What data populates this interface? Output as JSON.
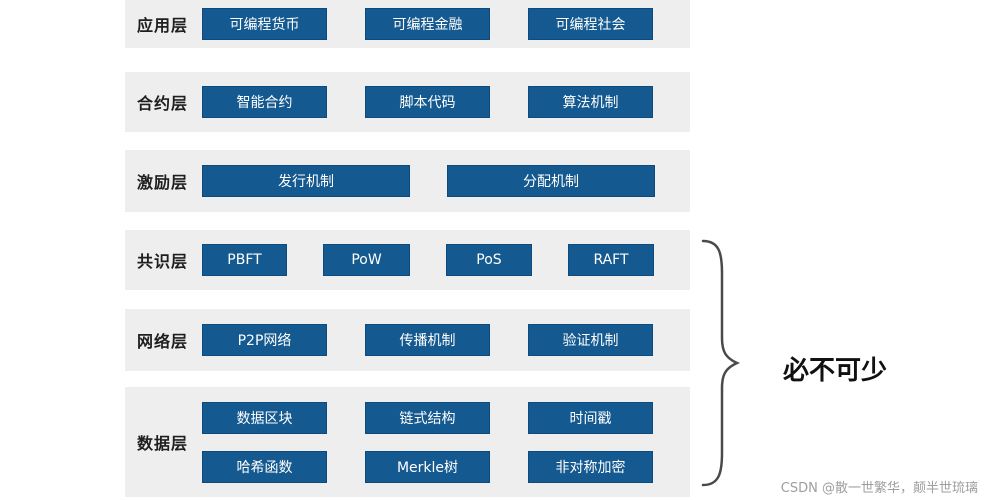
{
  "layers": [
    {
      "label": "应用层",
      "boxes": [
        "可编程货币",
        "可编程金融",
        "可编程社会"
      ]
    },
    {
      "label": "合约层",
      "boxes": [
        "智能合约",
        "脚本代码",
        "算法机制"
      ]
    },
    {
      "label": "激励层",
      "boxes": [
        "发行机制",
        "分配机制"
      ]
    },
    {
      "label": "共识层",
      "boxes": [
        "PBFT",
        "PoW",
        "PoS",
        "RAFT"
      ]
    },
    {
      "label": "网络层",
      "boxes": [
        "P2P网络",
        "传播机制",
        "验证机制"
      ]
    },
    {
      "label": "数据层",
      "boxes_row1": [
        "数据区块",
        "链式结构",
        "时间戳"
      ],
      "boxes_row2": [
        "哈希函数",
        "Merkle树",
        "非对称加密"
      ]
    }
  ],
  "annotation": {
    "brace_label": "必不可少"
  },
  "watermark": "CSDN @散一世繁华，颠半世琉璃",
  "colors": {
    "row_bg": "#eeeeee",
    "box_bg": "#14598f",
    "box_text": "#ffffff"
  }
}
